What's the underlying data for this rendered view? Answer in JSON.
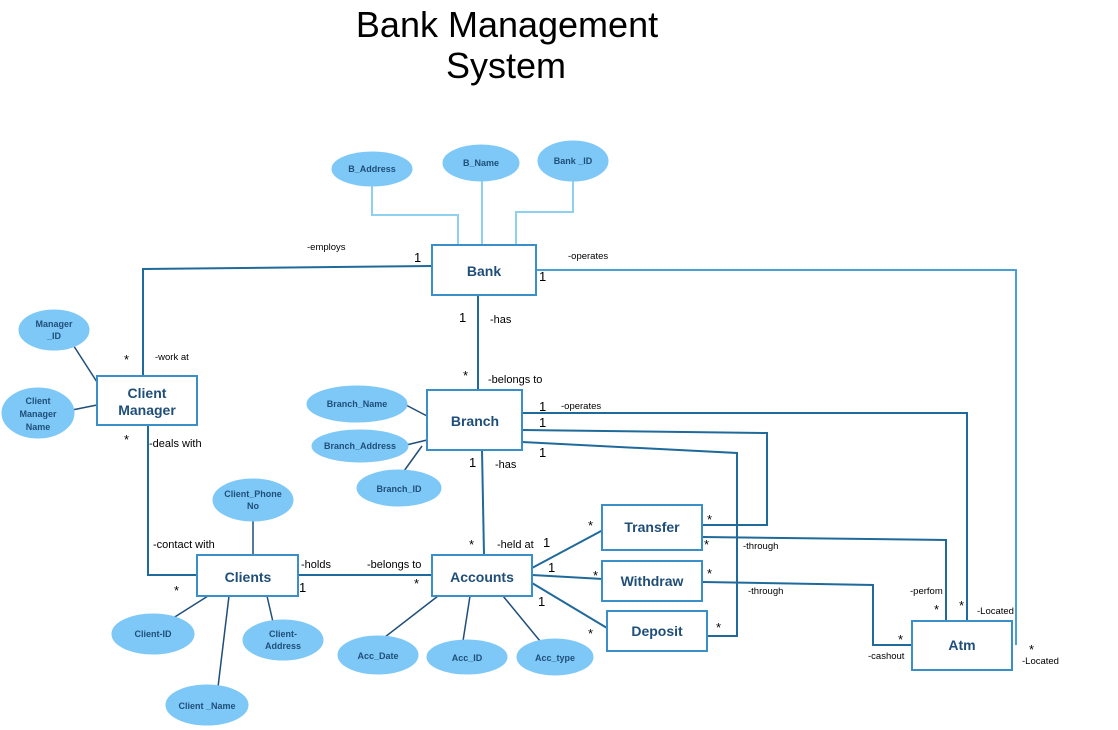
{
  "title": {
    "line1": "Bank Management",
    "line2": "System"
  },
  "entities": {
    "bank": "Bank",
    "branch": "Branch",
    "client_manager_line1": "Client",
    "client_manager_line2": "Manager",
    "clients": "Clients",
    "accounts": "Accounts",
    "transfer": "Transfer",
    "withdraw": "Withdraw",
    "deposit": "Deposit",
    "atm": "Atm"
  },
  "attributes": {
    "b_address": "B_Address",
    "b_name": "B_Name",
    "bank_id": "Bank _ID",
    "manager_id_line1": "Manager",
    "manager_id_line2": "_ID",
    "client_manager_name_line1": "Client",
    "client_manager_name_line2": "Manager",
    "client_manager_name_line3": "Name",
    "branch_name": "Branch_Name",
    "branch_address": "Branch_Address",
    "branch_id": "Branch_ID",
    "client_phone_line1": "Client_Phone",
    "client_phone_line2": "No",
    "client_id": "Client-ID",
    "client_address_line1": "Client-",
    "client_address_line2": "Address",
    "client_name": "Client _Name",
    "acc_date": "Acc_Date",
    "acc_id": "Acc_ID",
    "acc_type": "Acc_type"
  },
  "relationships": {
    "employs": "-employs",
    "operates_bank": "-operates",
    "has_bank": "-has",
    "belongs_to_branch": "-belongs to",
    "work_at": "-work at",
    "deals_with": "-deals with",
    "operates_branch": "-operates",
    "has_branch": "-has",
    "held_at": "-held at",
    "contact_with": "-contact  with",
    "holds": "-holds",
    "belongs_to_accounts": "-belongs to",
    "through_1": "-through",
    "through_2": "-through",
    "perform": "-perfom",
    "located_1": "-Located",
    "located_2": "-Located",
    "cashout": "-cashout"
  },
  "multiplicity": {
    "one": "1",
    "many": "*"
  }
}
